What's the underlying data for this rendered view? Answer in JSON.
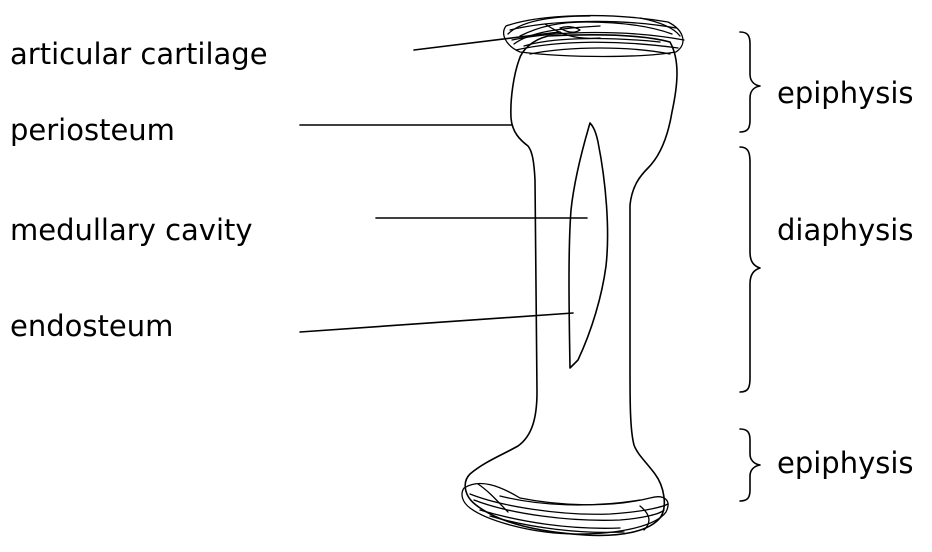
{
  "labels": {
    "articular_cartilage": "articular cartilage",
    "periosteum": "periosteum",
    "medullary_cavity": "medullary cavity",
    "endosteum": "endosteum"
  },
  "regions": {
    "top_epiphysis": "epiphysis",
    "diaphysis": "diaphysis",
    "bottom_epiphysis": "epiphysis"
  },
  "colors": {
    "ink": "#000000",
    "background": "#ffffff"
  }
}
